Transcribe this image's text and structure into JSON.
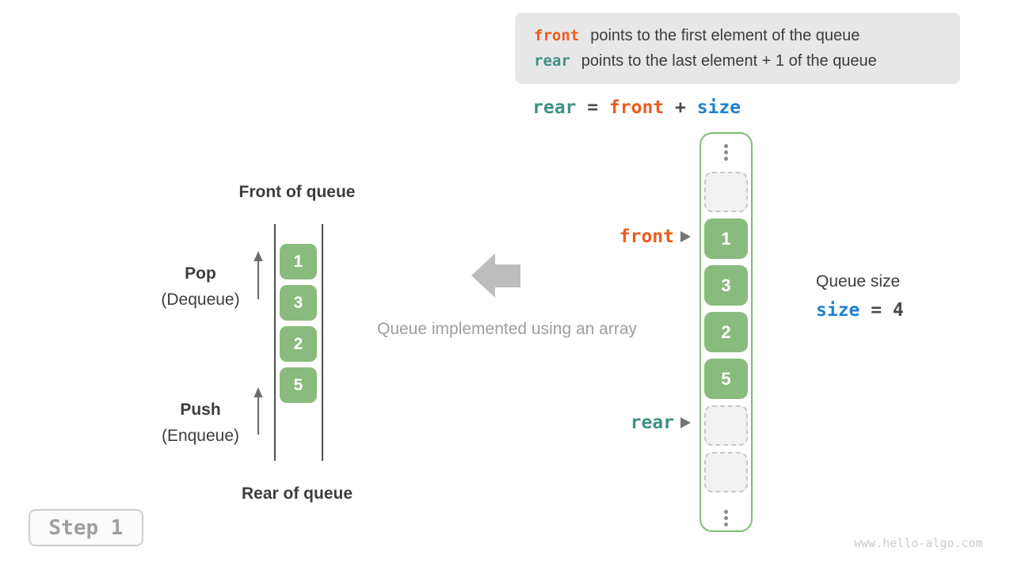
{
  "colors": {
    "front_orange": "#EF5A1D",
    "rear_teal": "#3E9184",
    "size_blue": "#1E80D4",
    "cell_green": "#8ABB7E",
    "array_border_green": "#7FBE74",
    "muted_gray": "#9e9e9e"
  },
  "legend": {
    "line1": {
      "keyword": "front",
      "text": "points to the first element of the queue"
    },
    "line2": {
      "keyword": "rear",
      "text": "points to the last element + 1 of the queue"
    }
  },
  "formula": {
    "lhs": "rear",
    "eq": " = ",
    "rhs1": "front",
    "op": " + ",
    "rhs2": "size"
  },
  "left_queue": {
    "front_label": "Front of queue",
    "rear_label": "Rear of queue",
    "pop": {
      "label": "Pop",
      "sub": "(Dequeue)"
    },
    "push": {
      "label": "Push",
      "sub": "(Enqueue)"
    },
    "values": [
      "1",
      "3",
      "2",
      "5"
    ]
  },
  "center": {
    "caption": "Queue implemented using an array"
  },
  "array_view": {
    "front_pointer": "front",
    "rear_pointer": "rear",
    "values": [
      "1",
      "3",
      "2",
      "5"
    ]
  },
  "size_panel": {
    "title": "Queue size",
    "variable": "size",
    "rest": " = 4"
  },
  "step_badge": "Step 1",
  "watermark": "www.hello-algo.com"
}
